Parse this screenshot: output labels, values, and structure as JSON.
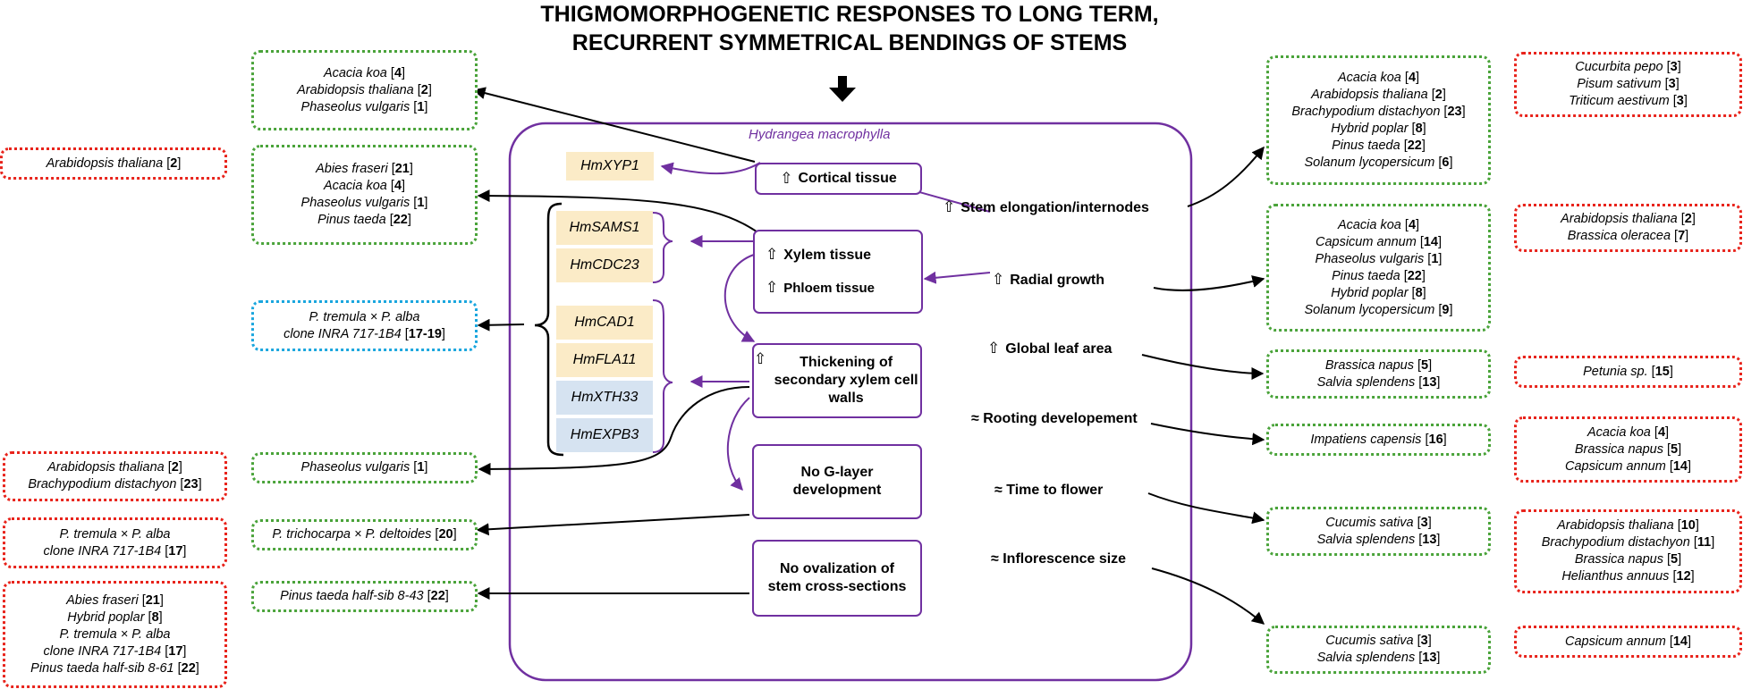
{
  "title": {
    "line1": "THIGMOMORPHOGENETIC RESPONSES TO LONG TERM,",
    "line2": "RECURRENT SYMMETRICAL BENDINGS OF STEMS"
  },
  "central": {
    "species": "Hydrangea macrophylla",
    "tissues": {
      "cortical": "Cortical tissue",
      "xylem": "Xylem tissue",
      "phloem": "Phloem tissue",
      "thickening": "Thickening of secondary xylem cell walls",
      "glayer": "No G-layer development",
      "ovalization": "No ovalization of stem cross-sections"
    },
    "effects": {
      "stem": "Stem elongation/internodes",
      "radial": "Radial growth",
      "leaf": "Global leaf area",
      "rooting": "≈ Rooting developement",
      "flower": "≈ Time to flower",
      "inflorescence": "≈ Inflorescence size"
    },
    "genes": [
      "HmXYP1",
      "HmSAMS1",
      "HmCDC23",
      "HmCAD1",
      "HmFLA11",
      "HmXTH33",
      "HmEXPB3"
    ]
  },
  "boxes": {
    "l1": [
      [
        "Acacia koa",
        "4"
      ],
      [
        "Arabidopsis thaliana",
        "2"
      ],
      [
        "Phaseolus vulgaris",
        "1"
      ]
    ],
    "l2": [
      [
        "Abies fraseri",
        "21"
      ],
      [
        "Acacia koa",
        "4"
      ],
      [
        "Phaseolus vulgaris",
        "1"
      ],
      [
        "Pinus taeda",
        "22"
      ]
    ],
    "l3": [
      [
        "Arabidopsis thaliana",
        "2"
      ]
    ],
    "l4": [
      [
        "P. tremula × P. alba",
        ""
      ],
      [
        "clone INRA 717-1B4",
        "17-19"
      ]
    ],
    "l5": [
      [
        "Phaseolus vulgaris",
        "1"
      ]
    ],
    "l6": [
      [
        "Arabidopsis thaliana",
        "2"
      ],
      [
        "Brachypodium distachyon",
        "23"
      ]
    ],
    "l7": [
      [
        "P. trichocarpa × P. deltoides",
        "20"
      ]
    ],
    "l8": [
      [
        "P. tremula × P. alba",
        ""
      ],
      [
        "clone INRA 717-1B4",
        "17"
      ]
    ],
    "l9": [
      [
        "Pinus taeda half-sib 8-43",
        "22"
      ]
    ],
    "l10": [
      [
        "Abies fraseri",
        "21"
      ],
      [
        "Hybrid poplar",
        "8"
      ],
      [
        "P. tremula × P. alba",
        ""
      ],
      [
        "clone INRA 717-1B4",
        "17"
      ],
      [
        "Pinus taeda half-sib 8-61",
        "22"
      ]
    ],
    "r1": [
      [
        "Acacia koa",
        "4"
      ],
      [
        "Arabidopsis thaliana",
        "2"
      ],
      [
        "Brachypodium distachyon",
        "23"
      ],
      [
        "Hybrid poplar",
        "8"
      ],
      [
        "Pinus taeda",
        "22"
      ],
      [
        "Solanum lycopersicum",
        "6"
      ]
    ],
    "r2": [
      [
        "Cucurbita pepo",
        "3"
      ],
      [
        "Pisum sativum",
        "3"
      ],
      [
        "Triticum aestivum",
        "3"
      ]
    ],
    "r3": [
      [
        "Acacia koa",
        "4"
      ],
      [
        "Capsicum annum",
        "14"
      ],
      [
        "Phaseolus vulgaris",
        "1"
      ],
      [
        "Pinus taeda",
        "22"
      ],
      [
        "Hybrid poplar",
        "8"
      ],
      [
        "Solanum lycopersicum",
        "9"
      ]
    ],
    "r4": [
      [
        "Arabidopsis thaliana",
        "2"
      ],
      [
        "Brassica oleracea",
        "7"
      ]
    ],
    "r5": [
      [
        "Brassica napus",
        "5"
      ],
      [
        "Salvia splendens",
        "13"
      ]
    ],
    "r6": [
      [
        "Petunia sp.",
        "15"
      ]
    ],
    "r7": [
      [
        "Impatiens capensis",
        "16"
      ]
    ],
    "r8": [
      [
        "Acacia koa",
        "4"
      ],
      [
        "Brassica napus",
        "5"
      ],
      [
        "Capsicum annum",
        "14"
      ]
    ],
    "r9": [
      [
        "Cucumis sativa",
        "3"
      ],
      [
        "Salvia splendens",
        "13"
      ]
    ],
    "r10": [
      [
        "Arabidopsis thaliana",
        "10"
      ],
      [
        "Brachypodium distachyon",
        "11"
      ],
      [
        "Brassica napus",
        "5"
      ],
      [
        "Helianthus annuus",
        "12"
      ]
    ],
    "r11": [
      [
        "Cucumis sativa",
        "3"
      ],
      [
        "Salvia splendens",
        "13"
      ]
    ],
    "r12": [
      [
        "Capsicum annum",
        "14"
      ]
    ]
  },
  "colors": {
    "increase": "#4aa33a",
    "decrease": "#e8231b",
    "unchanged": "#1aa6de",
    "hydrangea": "#7030a0",
    "gene_up": "#fbebc7",
    "gene_down": "#d6e3f1"
  },
  "icons": {
    "increase": "open-up-arrow-icon",
    "unchanged": "approx-icon"
  }
}
